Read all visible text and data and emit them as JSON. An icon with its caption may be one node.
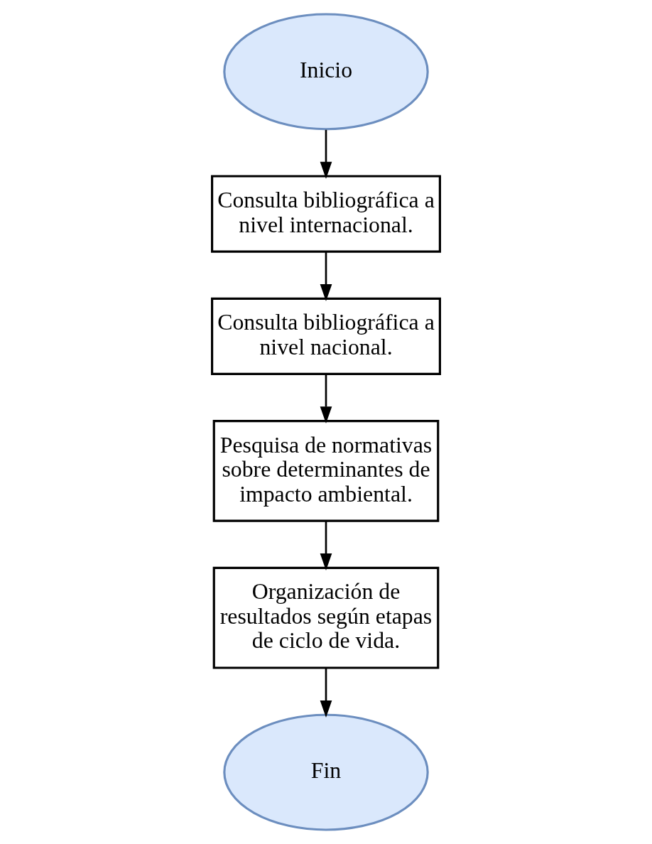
{
  "diagram": {
    "nodes": [
      {
        "text": [
          "Inicio"
        ]
      },
      {
        "text": [
          "Consulta bibliográfica a nivel internacional."
        ]
      },
      {
        "text": [
          "Consulta bibliográfica a nivel nacional."
        ]
      },
      {
        "text": [
          "Pesquisa de normativas sobre determinantes de impacto ambiental."
        ]
      },
      {
        "text": [
          "Organización de resultados según etapas de ciclo de vida."
        ]
      },
      {
        "text": [
          "Fin"
        ]
      }
    ],
    "edges": [
      {
        "from": 0,
        "to": 1,
        "arrow": "to"
      },
      {
        "from": 1,
        "to": 2,
        "arrow": "to"
      },
      {
        "from": 2,
        "to": 3,
        "arrow": "to"
      },
      {
        "from": 3,
        "to": 4,
        "arrow": "to"
      },
      {
        "from": 4,
        "to": 5,
        "arrow": "to"
      }
    ]
  }
}
